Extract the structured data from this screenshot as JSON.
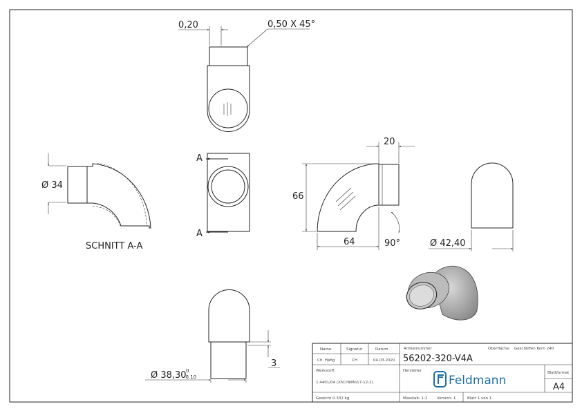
{
  "drawing": {
    "top_view": {
      "chamfer_width": "0,20",
      "chamfer": "0,50 X 45°"
    },
    "front_view": {
      "section_marker_top": "A",
      "section_marker_bottom": "A"
    },
    "side_view": {
      "height": "66",
      "length": "64",
      "collar_length": "20",
      "angle": "90°"
    },
    "right_view": {
      "diameter": "Ø 42,40"
    },
    "section_view": {
      "diameter": "Ø 34",
      "label": "SCHNITT A-A"
    },
    "bottom_view": {
      "diameter": "Ø 38,30",
      "tol_upper": "0",
      "tol_lower": "-0.10",
      "step": "3"
    }
  },
  "title_block": {
    "name_label": "Name",
    "signature_label": "Signatur",
    "date_label": "Datum",
    "name": "Ch. Häfig",
    "signature": "CH",
    "date": "04.03.2020",
    "article_label": "Artikelnummer",
    "article_number": "56202-320-V4A",
    "surface_label": "Oberfläche:",
    "surface": "Geschliffen Korn 240",
    "material_label": "Werkstoff:",
    "material": "1.4401/04 (X5CrNiMo17-12-2)",
    "manufacturer_label": "Hersteller",
    "logo_text": "Feldmann",
    "format_label": "Blattformat",
    "format": "A4",
    "weight": "Gewicht 0.332 kg",
    "scale": "Masstab: 1:2",
    "version": "Version: 1",
    "sheet": "Blatt 1 von 1",
    "brand_color": "#1d6fa5"
  }
}
